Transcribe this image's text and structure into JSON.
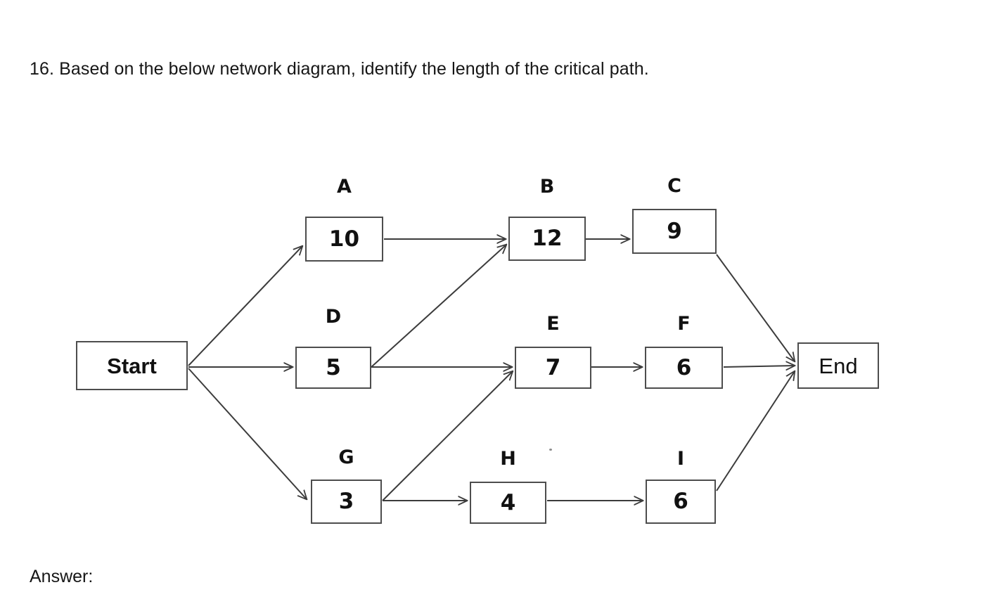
{
  "question": {
    "number": "16.",
    "text": "16. Based on the below network diagram, identify the length of the critical path."
  },
  "answer": {
    "label": "Answer:"
  },
  "diagram": {
    "type": "activity-on-node network diagram",
    "start_node": {
      "id": "start",
      "label": "Start"
    },
    "end_node": {
      "id": "end",
      "label": "End"
    },
    "nodes": [
      {
        "id": "A",
        "caption": "A",
        "duration": "10"
      },
      {
        "id": "B",
        "caption": "B",
        "duration": "12"
      },
      {
        "id": "C",
        "caption": "C",
        "duration": "9"
      },
      {
        "id": "D",
        "caption": "D",
        "duration": "5"
      },
      {
        "id": "E",
        "caption": "E",
        "duration": "7"
      },
      {
        "id": "F",
        "caption": "F",
        "duration": "6"
      },
      {
        "id": "G",
        "caption": "G",
        "duration": "3"
      },
      {
        "id": "H",
        "caption": "H",
        "duration": "4"
      },
      {
        "id": "I",
        "caption": "I",
        "duration": "6"
      }
    ],
    "edges": [
      {
        "from": "Start",
        "to": "A"
      },
      {
        "from": "Start",
        "to": "D"
      },
      {
        "from": "Start",
        "to": "G"
      },
      {
        "from": "A",
        "to": "B"
      },
      {
        "from": "D",
        "to": "B"
      },
      {
        "from": "B",
        "to": "C"
      },
      {
        "from": "C",
        "to": "End"
      },
      {
        "from": "D",
        "to": "E"
      },
      {
        "from": "G",
        "to": "E"
      },
      {
        "from": "E",
        "to": "F"
      },
      {
        "from": "F",
        "to": "End"
      },
      {
        "from": "G",
        "to": "H"
      },
      {
        "from": "H",
        "to": "I"
      },
      {
        "from": "I",
        "to": "End"
      }
    ],
    "colors": {
      "node_border": "#4d4d4d",
      "node_fill": "#ffffff",
      "edge": "#3c3c3c",
      "text": "#111111"
    }
  }
}
